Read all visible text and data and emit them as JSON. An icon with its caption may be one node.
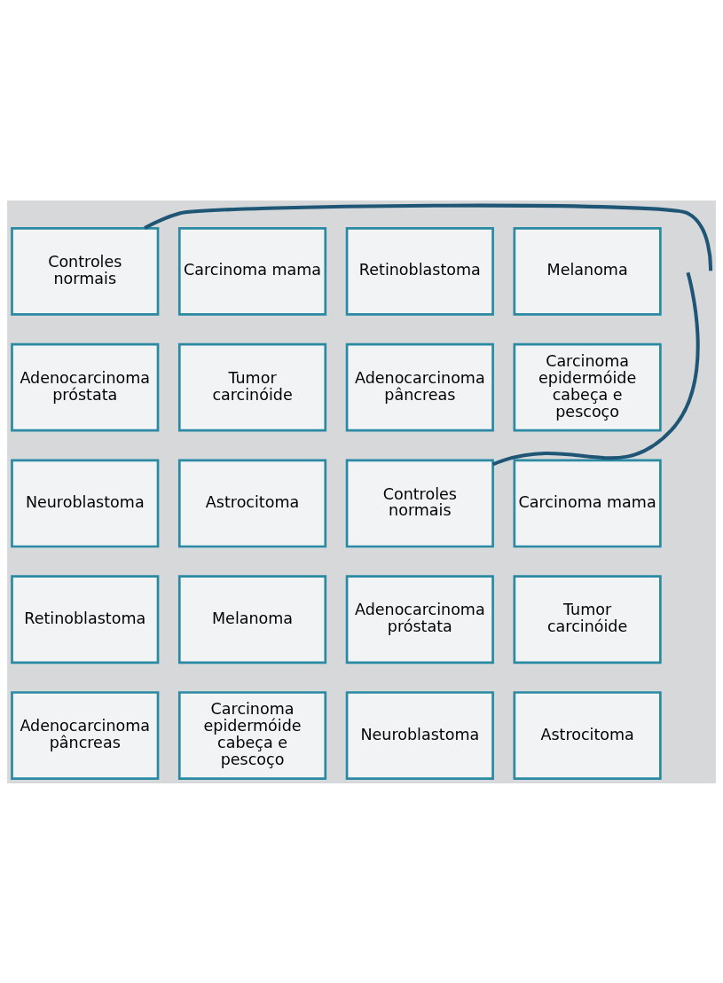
{
  "diagram": {
    "nodes": [
      {
        "text": [
          "Controles normais"
        ]
      },
      {
        "text": [
          "Carcinoma mama"
        ]
      },
      {
        "text": [
          "Retinoblastoma"
        ]
      },
      {
        "text": [
          "Melanoma"
        ]
      },
      {
        "text": [
          "Adenocarcinoma próstata"
        ]
      },
      {
        "text": [
          "Tumor carcinóide"
        ]
      },
      {
        "text": [
          "Adenocarcinoma pâncreas"
        ]
      },
      {
        "text": [
          "Carcinoma epidermóide cabeça e pescoço"
        ]
      },
      {
        "text": [
          "Neuroblastoma"
        ]
      },
      {
        "text": [
          "Astrocitoma"
        ]
      },
      {
        "text": [
          "Controles normais"
        ]
      },
      {
        "text": [
          "Carcinoma mama"
        ]
      },
      {
        "text": [
          "Retinoblastoma"
        ]
      },
      {
        "text": [
          "Melanoma"
        ]
      },
      {
        "text": [
          "Adenocarcinoma próstata"
        ]
      },
      {
        "text": [
          "Tumor carcinóide"
        ]
      },
      {
        "text": [
          "Adenocarcinoma pâncreas"
        ]
      },
      {
        "text": [
          "Carcinoma epidermóide cabeça e pescoço"
        ]
      },
      {
        "text": [
          "Neuroblastoma"
        ]
      },
      {
        "text": [
          "Astrocitoma"
        ]
      }
    ],
    "edges": [
      {
        "from": 0,
        "to": null,
        "arrow": "none"
      },
      {
        "from": 10,
        "to": null,
        "arrow": "none"
      }
    ]
  }
}
